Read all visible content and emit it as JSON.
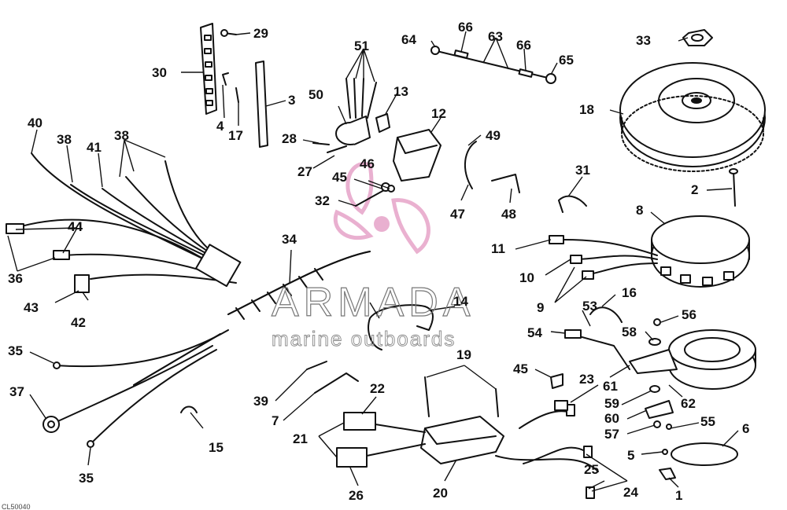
{
  "watermark": {
    "brand": "ARMADA",
    "tagline": "marine outboards",
    "accent_color": "#e6a3c8"
  },
  "callouts": [
    "1",
    "3",
    "4",
    "5",
    "6",
    "7",
    "8",
    "9",
    "10",
    "11",
    "12",
    "13",
    "14",
    "15",
    "16",
    "17",
    "18",
    "19",
    "20",
    "21",
    "22",
    "23",
    "24",
    "25",
    "26",
    "27",
    "28",
    "29",
    "30",
    "31",
    "32",
    "33",
    "34",
    "35",
    "35",
    "36",
    "37",
    "38",
    "39",
    "40",
    "41",
    "42",
    "43",
    "44",
    "45",
    "45",
    "46",
    "47",
    "48",
    "49",
    "50",
    "51",
    "53",
    "54",
    "55",
    "56",
    "57",
    "58",
    "59",
    "60",
    "61",
    "62",
    "63",
    "64",
    "65",
    "66",
    "66",
    "2"
  ],
  "corner_code": "CL50040"
}
